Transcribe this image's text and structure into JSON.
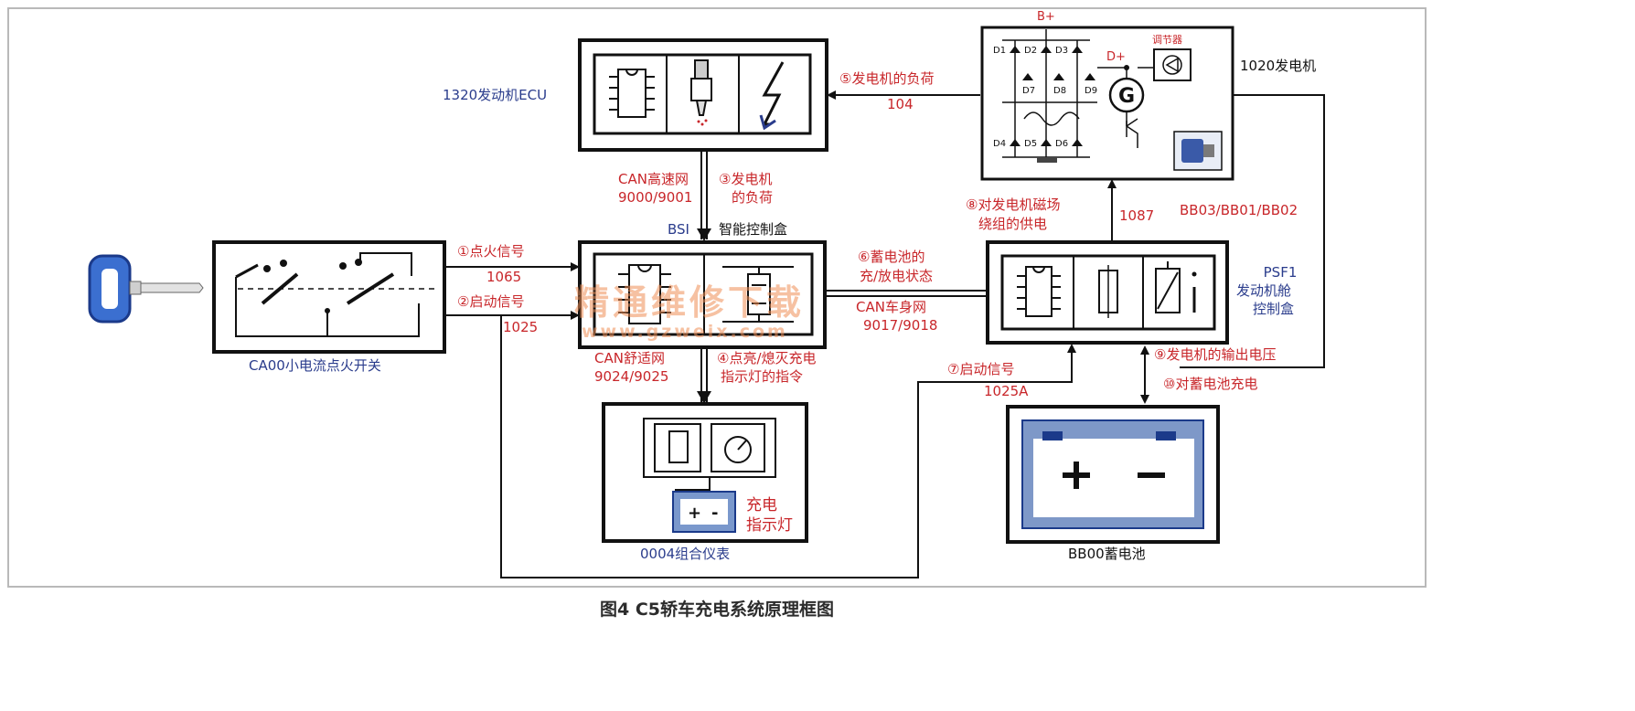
{
  "caption": "图4 C5轿车充电系统原理框图",
  "watermark": {
    "text": "精通维修下载",
    "url": "www.gzweix.com"
  },
  "blocks": {
    "ecu": "1320发动机ECU",
    "bsi_code": "BSI",
    "bsi_name": "智能控制盒",
    "ignition": "CA00小电流点火开关",
    "cluster": "0004组合仪表",
    "alternator": "1020发电机",
    "psf1_code": "PSF1",
    "psf1_line1": "发动机舱",
    "psf1_line2": "控制盒",
    "battery": "BB00蓄电池"
  },
  "alternator_internals": {
    "b_plus": "B+",
    "d_plus": "D+",
    "regulator": "调节器",
    "g": "G",
    "diodes": [
      "D1",
      "D2",
      "D3",
      "D4",
      "D5",
      "D6",
      "D7",
      "D8",
      "D9"
    ]
  },
  "cluster_lamp_label": [
    "充电",
    "指示灯"
  ],
  "signals": {
    "s1": {
      "label": "①点火信号",
      "code": "1065"
    },
    "s2": {
      "label": "②启动信号",
      "code": "1025"
    },
    "s3": {
      "label": [
        "③发电机",
        "的负荷"
      ]
    },
    "can_hs": {
      "label": "CAN高速网",
      "code": "9000/9001"
    },
    "s4": {
      "label": [
        "④点亮/熄灭充电",
        "指示灯的指令"
      ]
    },
    "can_comfort": {
      "label": "CAN舒适网",
      "code": "9024/9025"
    },
    "s5": {
      "label": "⑤发电机的负荷",
      "code": "104"
    },
    "s6": {
      "label": [
        "⑥蓄电池的",
        "充/放电状态"
      ]
    },
    "can_body": {
      "label": "CAN车身网",
      "code": "9017/9018"
    },
    "s7": {
      "label": "⑦启动信号",
      "code": "1025A"
    },
    "s8": {
      "label": [
        "⑧对发电机磁场",
        "绕组的供电"
      ]
    },
    "s8_code": "1087",
    "bb_codes": "BB03/BB01/BB02",
    "s9": {
      "label": "⑨发电机的输出电压"
    },
    "s10": {
      "label": "⑩对蓄电池充电"
    }
  },
  "colors": {
    "red": "#c8262a",
    "blue": "#2a3c8c",
    "box": "#111111",
    "key": "#3b6fd0"
  }
}
